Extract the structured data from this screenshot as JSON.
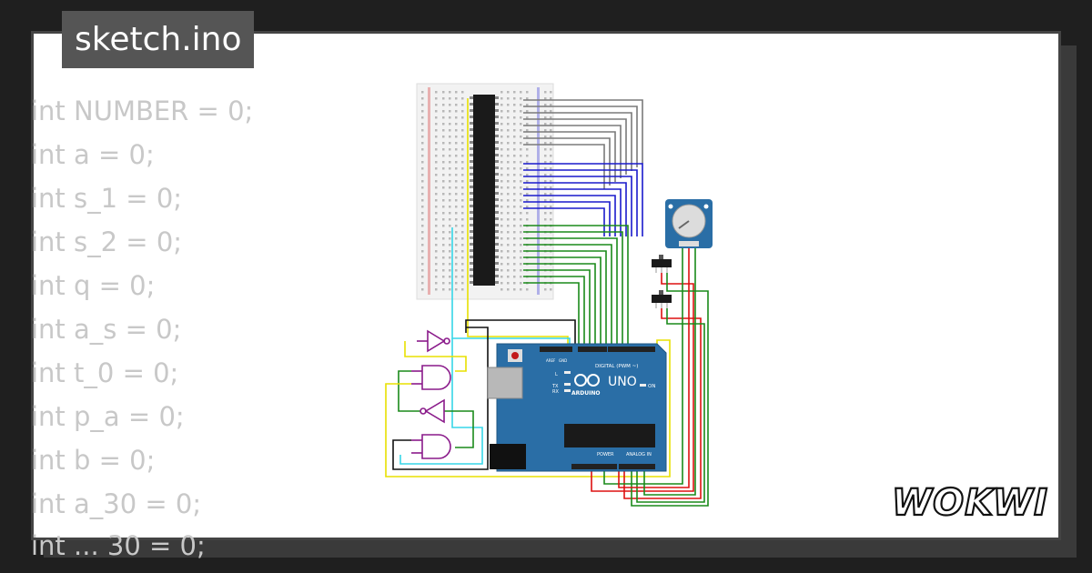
{
  "file": {
    "name": "sketch.ino"
  },
  "code": {
    "lines": [
      "int NUMBER = 0;",
      "int a = 0;",
      "int s_1 = 0;",
      "int s_2 = 0;",
      "int q = 0;",
      "int a_s = 0;",
      "int t_0 = 0;",
      "int p_a = 0;",
      "int b = 0;",
      "int a_30 = 0;",
      "int ... 30 = 0;"
    ]
  },
  "board": {
    "model": "UNO",
    "brand": "ARDUINO",
    "digital_label": "DIGITAL (PWM ~)",
    "power_label": "POWER",
    "analog_label": "ANALOG IN",
    "on_label": "ON",
    "l_label": "L",
    "tx_label": "TX",
    "rx_label": "RX",
    "aref_label": "AREF",
    "gnd_label": "GND"
  },
  "brand": {
    "name": "WOKWI"
  },
  "colors": {
    "board": "#2a6ea6",
    "wire_gray": "#7a7a7a",
    "wire_blue": "#1a1acc",
    "wire_green": "#1a8a1a",
    "wire_yellow": "#e8e000",
    "wire_cyan": "#36d6e8",
    "wire_red": "#dd1111",
    "gate_purple": "#8a1a8a"
  }
}
